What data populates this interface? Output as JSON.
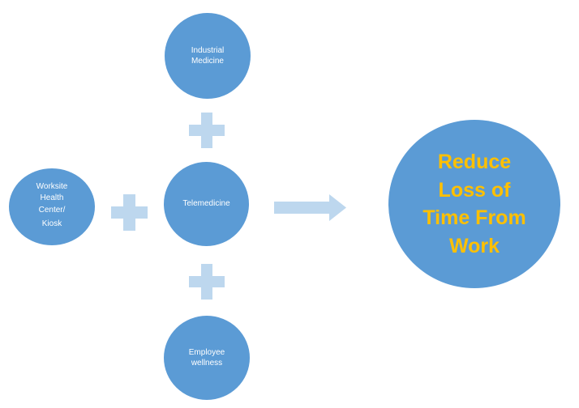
{
  "colors": {
    "node_fill": "#5b9bd5",
    "plus_fill": "#bdd7ee",
    "arrow_fill": "#bdd7ee",
    "outcome_text": "#ffc000",
    "node_text": "#ffffff"
  },
  "nodes": {
    "industrial_medicine": {
      "line1": "Industrial",
      "line2": "Medicine"
    },
    "worksite": {
      "line1": "Worksite",
      "line2": "Health",
      "line3": "Center/",
      "line4": "Kiosk"
    },
    "telemedicine": {
      "label": "Telemedicine"
    },
    "employee_wellness": {
      "line1": "Employee",
      "line2": "wellness"
    }
  },
  "outcome": {
    "line1": "Reduce",
    "line2": "Loss of",
    "line3": "Time From",
    "line4": "Work"
  }
}
